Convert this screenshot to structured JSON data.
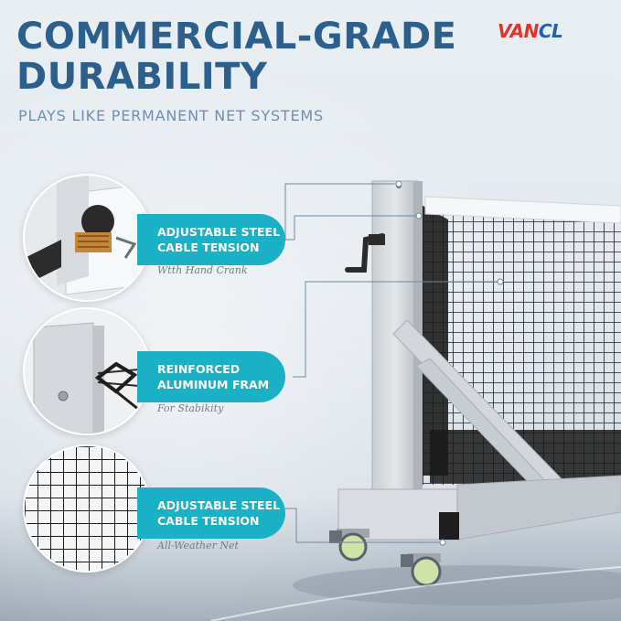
{
  "brand": {
    "logo_red": "VAN",
    "logo_blue": "CL"
  },
  "header": {
    "title_line1": "COMMERCIAL-GRADE",
    "title_line2": "DURABILITY",
    "subtitle": "PLAYS LIKE PERMANENT NET SYSTEMS"
  },
  "features": [
    {
      "line1": "ADJUSTABLE STEEL",
      "line2": "CABLE TENSION",
      "caption": "Wtth Hand Crank"
    },
    {
      "line1": "REINFORCED",
      "line2": "ALUMINUM FRAM",
      "caption": "For Stabikity"
    },
    {
      "line1": "ADJUSTABLE STEEL",
      "line2": "CABLE TENSION",
      "caption": "All-Weather Net"
    }
  ],
  "colors": {
    "title": "#2d5f8c",
    "subtitle": "#6d8fb3",
    "pill": "#1ab1c6",
    "logo_red": "#e2332a",
    "logo_blue": "#1f5fb5"
  }
}
